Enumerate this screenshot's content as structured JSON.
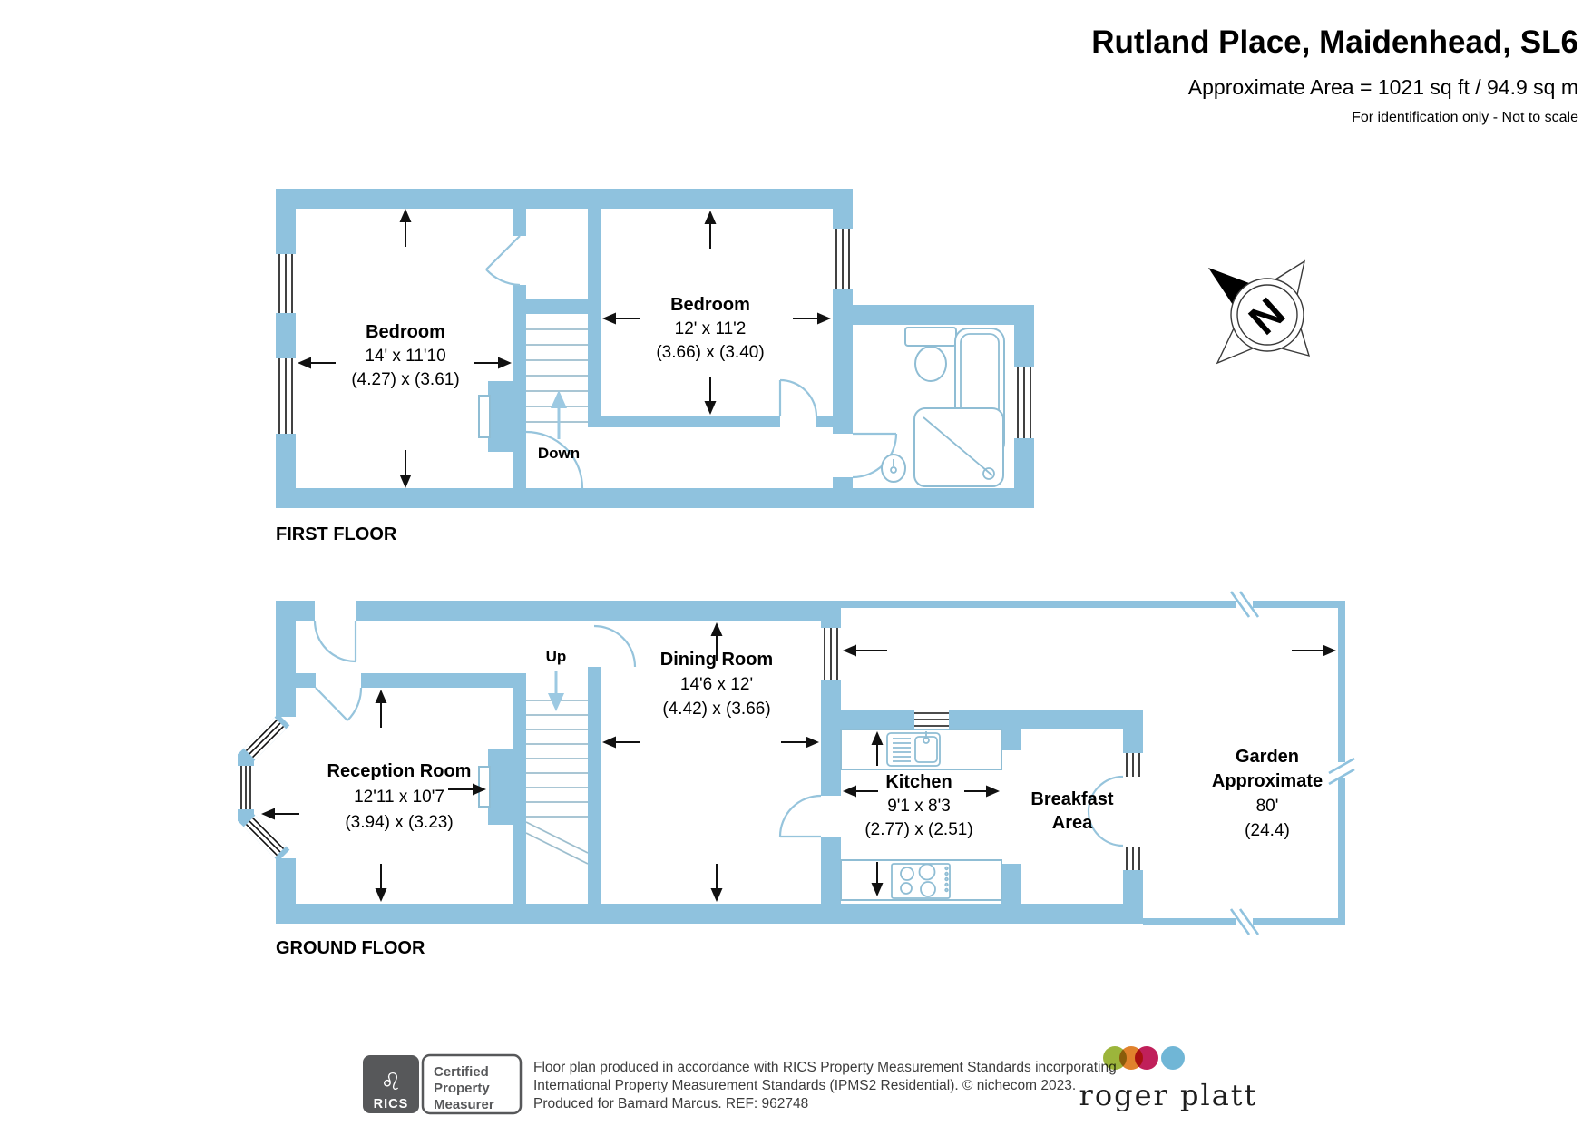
{
  "header": {
    "title": "Rutland Place, Maidenhead, SL6",
    "area": "Approximate Area = 1021 sq ft / 94.9 sq m",
    "note": "For identification only - Not to scale"
  },
  "first_floor": {
    "label": "FIRST FLOOR",
    "stair_label": "Down",
    "bedroom1": {
      "name": "Bedroom",
      "dims_ft": "14' x 11'10",
      "dims_m": "(4.27) x (3.61)"
    },
    "bedroom2": {
      "name": "Bedroom",
      "dims_ft": "12' x 11'2",
      "dims_m": "(3.66) x (3.40)"
    }
  },
  "ground_floor": {
    "label": "GROUND FLOOR",
    "stair_label": "Up",
    "reception": {
      "name": "Reception Room",
      "dims_ft": "12'11 x 10'7",
      "dims_m": "(3.94) x (3.23)"
    },
    "dining": {
      "name": "Dining Room",
      "dims_ft": "14'6 x 12'",
      "dims_m": "(4.42) x (3.66)"
    },
    "kitchen": {
      "name": "Kitchen",
      "dims_ft": "9'1 x 8'3",
      "dims_m": "(2.77) x (2.51)"
    },
    "breakfast": {
      "line1": "Breakfast",
      "line2": "Area"
    },
    "garden": {
      "line1": "Garden",
      "line2": "Approximate",
      "dims_ft": "80'",
      "dims_m": "(24.4)"
    }
  },
  "compass": {
    "north": "N"
  },
  "footer": {
    "rics": "RICS",
    "certified": [
      "Certified",
      "Property",
      "Measurer"
    ],
    "lines": [
      "Floor plan produced in accordance with RICS Property Measurement Standards incorporating",
      "International Property Measurement Standards (IPMS2 Residential).   © nichecom 2023.",
      "Produced for Barnard Marcus.   REF:  962748"
    ],
    "brand": "roger platt"
  },
  "colors": {
    "wall": "#8FC2DE",
    "stair_arrow": "#9CC9E2",
    "rics_gray": "#57585A",
    "brand_green": "#9CB53B",
    "brand_orange": "#E0822C",
    "brand_crimson": "#C0205A",
    "brand_blue": "#70B6D6"
  }
}
